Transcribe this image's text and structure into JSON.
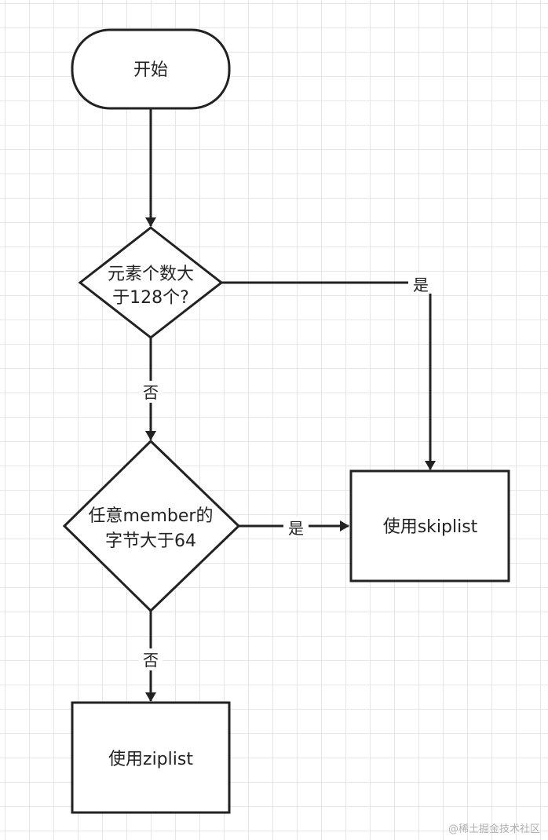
{
  "diagram": {
    "nodes": {
      "start": "开始",
      "decision1": [
        "元素个数大",
        "于128个?"
      ],
      "decision2": [
        "任意member的",
        "字节大于64"
      ],
      "skiplist": "使用skiplist",
      "ziplist": "使用ziplist"
    },
    "edges": {
      "d1_yes": "是",
      "d1_no": "否",
      "d2_yes": "是",
      "d2_no": "否"
    }
  },
  "watermark": "@稀土掘金技术社区",
  "colors": {
    "stroke": "#222222",
    "grid": "#e6e6e6",
    "background": "#ffffff"
  }
}
